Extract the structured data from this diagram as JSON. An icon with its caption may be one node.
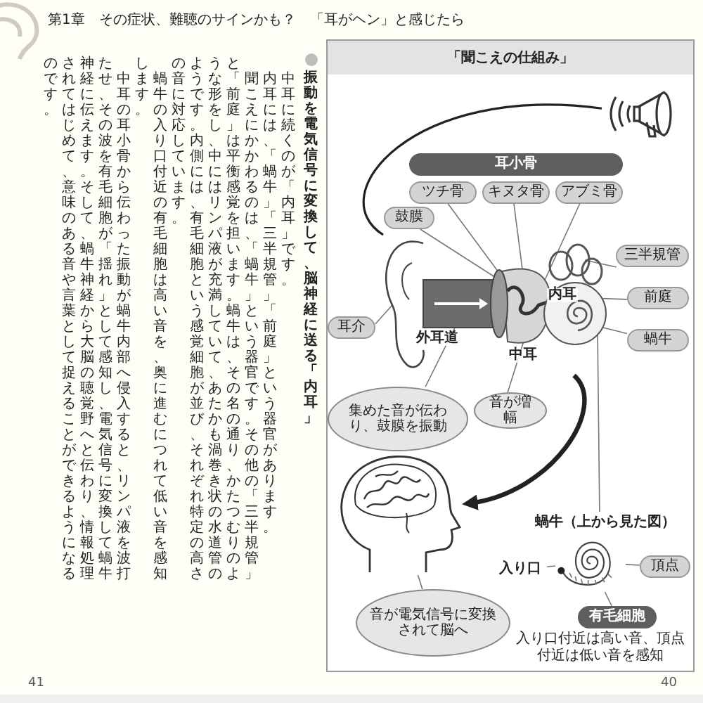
{
  "diagram": {
    "title": "「聞こえの仕組み」",
    "nodes": [
      {
        "text": [],
        "shape": "picture"
      },
      {
        "text": [
          "耳小骨"
        ]
      },
      {
        "text": [
          "ツチ骨"
        ]
      },
      {
        "text": [
          "キヌタ骨"
        ]
      },
      {
        "text": [
          "アブミ骨"
        ]
      },
      {
        "text": [
          "鼓膜"
        ]
      },
      {
        "text": [
          "三半規管"
        ]
      },
      {
        "text": [],
        "shape": "picture"
      },
      {
        "text": [
          "耳介"
        ]
      },
      {
        "text": [
          "前庭"
        ]
      },
      {
        "text": [
          "蝸牛"
        ]
      },
      {
        "text": [
          "集めた音が伝わり、鼓膜を振動"
        ]
      },
      {
        "text": [
          "音が増幅"
        ]
      },
      {
        "text": [],
        "shape": "picture"
      },
      {
        "text": [
          "蝸牛（上から見た図）"
        ]
      },
      {
        "text": [
          "入り口"
        ]
      },
      {
        "text": [],
        "shape": "picture"
      },
      {
        "text": [
          "頂点"
        ]
      },
      {
        "text": [
          "有毛細胞"
        ],
        "beside": [
          "入り口付近は高い音、頂点付近は低い音を感知"
        ]
      },
      {
        "text": [
          "音が電気信号に変換されて脳へ"
        ]
      }
    ],
    "edges": [
      {
        "from": 0,
        "to": 7,
        "arrow": "none"
      },
      {
        "from": 2,
        "to": 7,
        "arrow": "none"
      },
      {
        "from": 3,
        "to": 7,
        "arrow": "none"
      },
      {
        "from": 4,
        "to": 7,
        "arrow": "none"
      },
      {
        "from": 5,
        "to": 7,
        "arrow": "none"
      },
      {
        "from": 6,
        "to": 7,
        "arrow": "none"
      },
      {
        "from": 9,
        "to": 7,
        "arrow": "none"
      },
      {
        "from": 10,
        "to": 7,
        "arrow": "none"
      },
      {
        "from": 8,
        "to": 7,
        "arrow": "none"
      },
      {
        "from": 11,
        "to": 7,
        "arrow": "none"
      },
      {
        "from": 12,
        "to": 7,
        "arrow": "none"
      },
      {
        "from": 7,
        "to": 13,
        "arrow": "to",
        "style": "thick"
      },
      {
        "from": 19,
        "to": 13,
        "arrow": "none"
      },
      {
        "from": 14,
        "to": 7,
        "arrow": "none"
      },
      {
        "from": 15,
        "to": 16,
        "arrow": "none"
      },
      {
        "from": 17,
        "to": 16,
        "arrow": "none"
      },
      {
        "from": 18,
        "to": 16,
        "arrow": "none"
      }
    ],
    "labels": [
      "第1章　その症状、難聴のサインかも？　「耳がヘン」と感じたら",
      "振動を電気信号に変換して、脳神経に送る「内耳」",
      "中耳に続くのが「内耳」です。",
      "内耳には、「蝸牛」「三半規管」「前庭」という器官があります。",
      "聞こえにかかわるのは、「蝸牛」という器官です。その他の「三半規管」と「前庭」は平衡感覚を担います。蝸牛は、その名の通り、かたつむりのような形をし、中にはリンパ液が充満していて、あたかも渦巻き状の水道管のようです。内側には、有毛細胞という感覚細胞が並び、それぞれ特定の高さの音に対応しています。",
      "蝸牛の入り口付近の有毛細胞は高い音を、奥に進むにつれて低い音を感知します。",
      "中耳の耳小骨から伝わった振動が蝸牛内部へ侵入すると、リンパ液を波打たせ、その波を有毛細胞が「揺れ」として感知し、電気信号に変換して蝸牛神経に伝えます。そして、蝸牛神経から大脳の聴覚野へと伝わり、情報処理されてはじめて、意味のある音や言葉として捉えることができるようになるのです。",
      "外耳道",
      "中耳",
      "内耳",
      "41",
      "40"
    ]
  }
}
